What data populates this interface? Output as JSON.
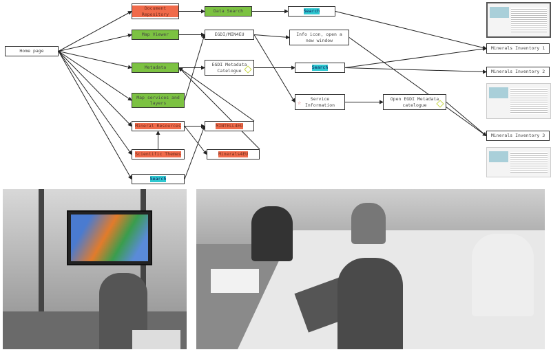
{
  "nodes": {
    "home": "Home page",
    "doc_repo": "Document Repository",
    "map_viewer": "Map Viewer",
    "metadata": "Metadata",
    "map_services": "Map services and layers",
    "mineral_resources": "Mineral Resources",
    "scientific_themes": "Scientific Themes",
    "search_left": "Search",
    "data_search": "Data Search",
    "egdi_min4eu": "EGDI/MIN4EU",
    "egdi_catalogue": "EGDI Metadata Catelogue",
    "mintell4eu": "MINTELL4EU",
    "minerals4eu": "Minerals4EU",
    "search_top": "Search",
    "info_icon": "Info icon, open a new window",
    "search_mid": "Search",
    "service_info": "Service Information",
    "open_egdi": "Open EGDI Metadata catelogue",
    "inv1": "Minerals Inventory 1",
    "inv2": "Minerals Inventory 2",
    "inv3": "Minerals Inventory 3"
  },
  "edges": [
    [
      "home",
      "doc_repo"
    ],
    [
      "home",
      "map_viewer"
    ],
    [
      "home",
      "metadata"
    ],
    [
      "home",
      "map_services"
    ],
    [
      "home",
      "mineral_resources"
    ],
    [
      "home",
      "scientific_themes"
    ],
    [
      "home",
      "search_left"
    ],
    [
      "doc_repo",
      "data_search"
    ],
    [
      "data_search",
      "search_top"
    ],
    [
      "search_top",
      "inv1"
    ],
    [
      "map_viewer",
      "egdi_min4eu"
    ],
    [
      "map_services",
      "egdi_min4eu"
    ],
    [
      "metadata",
      "egdi_catalogue"
    ],
    [
      "egdi_catalogue",
      "search_mid"
    ],
    [
      "egdi_min4eu",
      "info_icon"
    ],
    [
      "egdi_min4eu",
      "service_info"
    ],
    [
      "search_mid",
      "inv1"
    ],
    [
      "search_mid",
      "inv2"
    ],
    [
      "info_icon",
      "inv3"
    ],
    [
      "service_info",
      "open_egdi"
    ],
    [
      "open_egdi",
      "inv3"
    ],
    [
      "mintell4eu",
      "metadata"
    ],
    [
      "minerals4eu",
      "metadata"
    ],
    [
      "mineral_resources",
      "mintell4eu"
    ],
    [
      "mineral_resources",
      "minerals4eu"
    ],
    [
      "scientific_themes",
      "mineral_resources"
    ],
    [
      "search_left",
      "mintell4eu"
    ]
  ],
  "colors": {
    "green": "#7cc242",
    "red": "#f06a4a",
    "cyan": "#2ec8d0"
  }
}
